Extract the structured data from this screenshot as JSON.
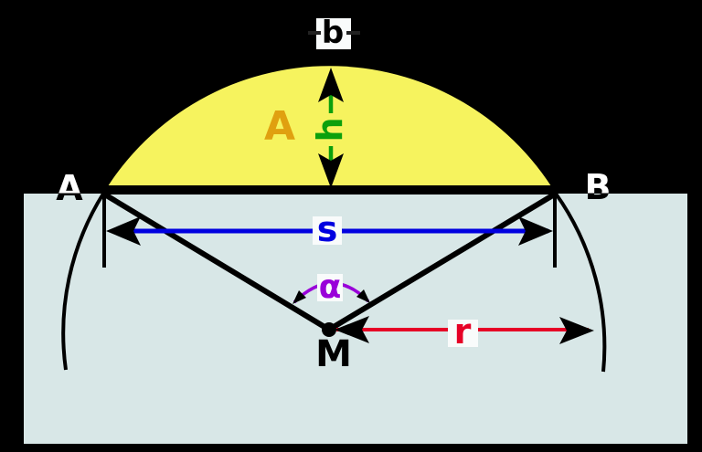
{
  "figure": {
    "type": "circular-segment-diagram",
    "labels": {
      "arc_length": "b",
      "segment_area": "A",
      "height": "h",
      "chord": "s",
      "central_angle": "α",
      "radius": "r",
      "center": "M",
      "endpoint_left": "A",
      "endpoint_right": "B"
    },
    "colors": {
      "background": "#000000",
      "panel": "#D8E7E7",
      "segment_fill": "#F6F35E",
      "area_label": "#E0A010",
      "height": "#0CA00C",
      "chord": "#0000E0",
      "angle": "#9900D9",
      "radius": "#E60026",
      "geometry_lines": "#000000",
      "label_box": "#F9FBFB"
    }
  }
}
